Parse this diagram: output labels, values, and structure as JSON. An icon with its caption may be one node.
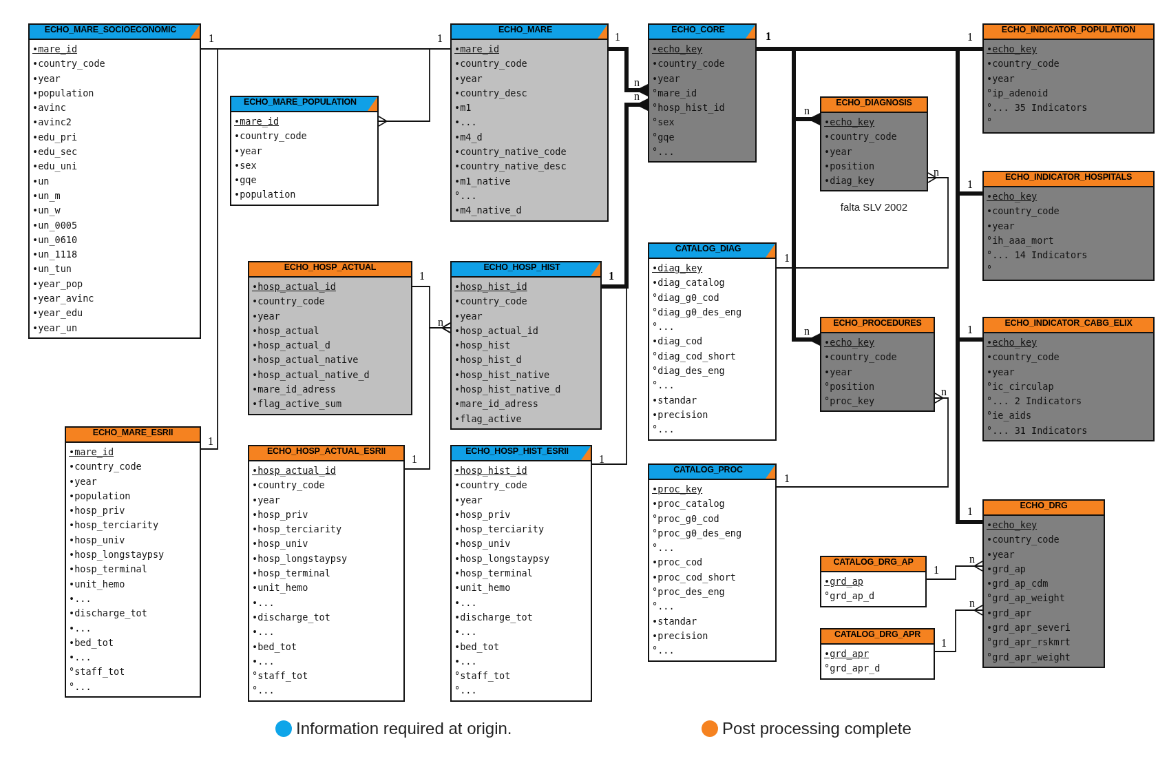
{
  "diagram": {
    "nodes": [
      {
        "text": [
          "ECHO_MARE_SOCIOECONOMIC",
          "•mare_id",
          "•country_code",
          "•year",
          "•population",
          "•avinc",
          "•avinc2",
          "•edu_pri",
          "•edu_sec",
          "•edu_uni",
          "•un",
          "•un_m",
          "•un_w",
          "•un_0005",
          "•un_0610",
          "•un_1118",
          "•un_tun",
          "•year_pop",
          "•year_avinc",
          "•year_edu",
          "•year_un"
        ]
      },
      {
        "text": [
          "ECHO_MARE",
          "•mare_id",
          "•country_code",
          "•year",
          "•country_desc",
          "•m1",
          "•...",
          "•m4_d",
          "•country_native_code",
          "•country_native_desc",
          "•m1_native",
          "°...",
          "•m4_native_d"
        ]
      },
      {
        "text": [
          "ECHO_CORE",
          "•echo_key",
          "•country_code",
          "•year",
          "°mare_id",
          "°hosp_hist_id",
          "°sex",
          "°gqe",
          "°..."
        ]
      },
      {
        "text": [
          "ECHO_INDICATOR_POPULATION",
          "•echo_key",
          "•country_code",
          "•year",
          "°ip_adenoid",
          "°... 35 Indicators",
          "°"
        ]
      },
      {
        "text": [
          "ECHO_MARE_POPULATION",
          "•mare_id",
          "•country_code",
          "•year",
          "•sex",
          "•gqe",
          "•population"
        ]
      },
      {
        "text": [
          "ECHO_DIAGNOSIS",
          "•echo_key",
          "•country_code",
          "•year",
          "•position",
          "•diag_key"
        ],
        "beside": [
          "falta SLV 2002"
        ]
      },
      {
        "text": [
          "ECHO_INDICATOR_HOSPITALS",
          "•echo_key",
          "•country_code",
          "•year",
          "°ih_aaa_mort",
          "°... 14 Indicators",
          "°"
        ]
      },
      {
        "text": [
          "CATALOG_DIAG",
          "•diag_key",
          "•diag_catalog",
          "°diag_g0_cod",
          "°diag_g0_des_eng",
          "°...",
          "•diag_cod",
          "°diag_cod_short",
          "°diag_des_eng",
          "°...",
          "•standar",
          "•precision",
          "°..."
        ]
      },
      {
        "text": [
          "ECHO_HOSP_ACTUAL",
          "•hosp_actual_id",
          "•country_code",
          "•year",
          "•hosp_actual",
          "•hosp_actual_d",
          "•hosp_actual_native",
          "•hosp_actual_native_d",
          "•mare_id_adress",
          "•flag_active_sum"
        ]
      },
      {
        "text": [
          "ECHO_HOSP_HIST",
          "•hosp_hist_id",
          "•country_code",
          "•year",
          "•hosp_actual_id",
          "•hosp_hist",
          "•hosp_hist_d",
          "•hosp_hist_native",
          "•hosp_hist_native_d",
          "•mare_id_adress",
          "•flag_active"
        ]
      },
      {
        "text": [
          "ECHO_PROCEDURES",
          "•echo_key",
          "•country_code",
          "•year",
          "°position",
          "°proc_key"
        ]
      },
      {
        "text": [
          "ECHO_INDICATOR_CABG_ELIX",
          "•echo_key",
          "•country_code",
          "•year",
          "°ic_circulap",
          "°... 2 Indicators",
          "°ie_aids",
          "°... 31 Indicators"
        ]
      },
      {
        "text": [
          "ECHO_MARE_ESRII",
          "•mare_id",
          "•country_code",
          "•year",
          "•population",
          "•hosp_priv",
          "•hosp_terciarity",
          "•hosp_univ",
          "•hosp_longstaypsy",
          "•hosp_terminal",
          "•unit_hemo",
          "•...",
          "•discharge_tot",
          "•...",
          "•bed_tot",
          "•...",
          "°staff_tot",
          "°..."
        ]
      },
      {
        "text": [
          "ECHO_HOSP_ACTUAL_ESRII",
          "•hosp_actual_id",
          "•country_code",
          "•year",
          "•hosp_priv",
          "•hosp_terciarity",
          "•hosp_univ",
          "•hosp_longstaypsy",
          "•hosp_terminal",
          "•unit_hemo",
          "•...",
          "•discharge_tot",
          "•...",
          "•bed_tot",
          "•...",
          "°staff_tot",
          "°..."
        ]
      },
      {
        "text": [
          "ECHO_HOSP_HIST_ESRII",
          "•hosp_hist_id",
          "•country_code",
          "•year",
          "•hosp_priv",
          "•hosp_terciarity",
          "•hosp_univ",
          "•hosp_longstaypsy",
          "•hosp_terminal",
          "•unit_hemo",
          "•...",
          "•discharge_tot",
          "•...",
          "•bed_tot",
          "•...",
          "°staff_tot",
          "°..."
        ]
      },
      {
        "text": [
          "CATALOG_PROC",
          "•proc_key",
          "•proc_catalog",
          "°proc_g0_cod",
          "°proc_g0_des_eng",
          "°...",
          "•proc_cod",
          "•proc_cod_short",
          "°proc_des_eng",
          "°...",
          "•standar",
          "•precision",
          "°..."
        ]
      },
      {
        "text": [
          "ECHO_DRG",
          "•echo_key",
          "•country_code",
          "•year",
          "•grd_ap",
          "•grd_ap_cdm",
          "°grd_ap_weight",
          "•grd_apr",
          "•grd_apr_severi",
          "°grd_apr_rskmrt",
          "°grd_apr_weight"
        ]
      },
      {
        "text": [
          "CATALOG_DRG_AP",
          "•grd_ap",
          "°grd_ap_d"
        ]
      },
      {
        "text": [
          "CATALOG_DRG_APR",
          "•grd_apr",
          "°grd_apr_d"
        ]
      }
    ],
    "edges": [
      {
        "from": 0,
        "to": 1,
        "arrow": "none"
      },
      {
        "from": 4,
        "to": 1,
        "arrow": "other"
      },
      {
        "from": 12,
        "to": 0,
        "arrow": "none"
      },
      {
        "from": 2,
        "to": 1,
        "arrow": "other",
        "style": "thick"
      },
      {
        "from": 2,
        "to": 9,
        "arrow": "other",
        "style": "thick"
      },
      {
        "from": 2,
        "to": 14,
        "arrow": "other"
      },
      {
        "from": 2,
        "to": 3,
        "arrow": "none",
        "style": "thick"
      },
      {
        "from": 5,
        "to": 2,
        "arrow": "other",
        "style": "thick"
      },
      {
        "from": 10,
        "to": 2,
        "arrow": "other",
        "style": "thick"
      },
      {
        "from": 6,
        "to": 2,
        "arrow": "none",
        "style": "thick"
      },
      {
        "from": 11,
        "to": 2,
        "arrow": "none",
        "style": "thick"
      },
      {
        "from": 16,
        "to": 2,
        "arrow": "none",
        "style": "thick"
      },
      {
        "from": 9,
        "to": 8,
        "arrow": "other"
      },
      {
        "from": 9,
        "to": 13,
        "arrow": "other"
      },
      {
        "from": 5,
        "to": 7,
        "arrow": "other"
      },
      {
        "from": 10,
        "to": 15,
        "arrow": "other"
      },
      {
        "from": 16,
        "to": 17,
        "arrow": "other"
      },
      {
        "from": 16,
        "to": 18,
        "arrow": "other"
      }
    ],
    "labels": [
      "1",
      "1",
      "1",
      "1",
      "1",
      "n",
      "n",
      "n",
      "n",
      "1",
      "1",
      "1",
      "1",
      "n",
      "n",
      "1",
      "n",
      "1",
      "1",
      "1",
      "1",
      "1",
      "n",
      "1",
      "n",
      "1"
    ],
    "legend": [
      {
        "text": "Information required at origin.",
        "color": "#0ea5e9"
      },
      {
        "text": "Post processing complete",
        "color": "#f58220"
      }
    ]
  }
}
